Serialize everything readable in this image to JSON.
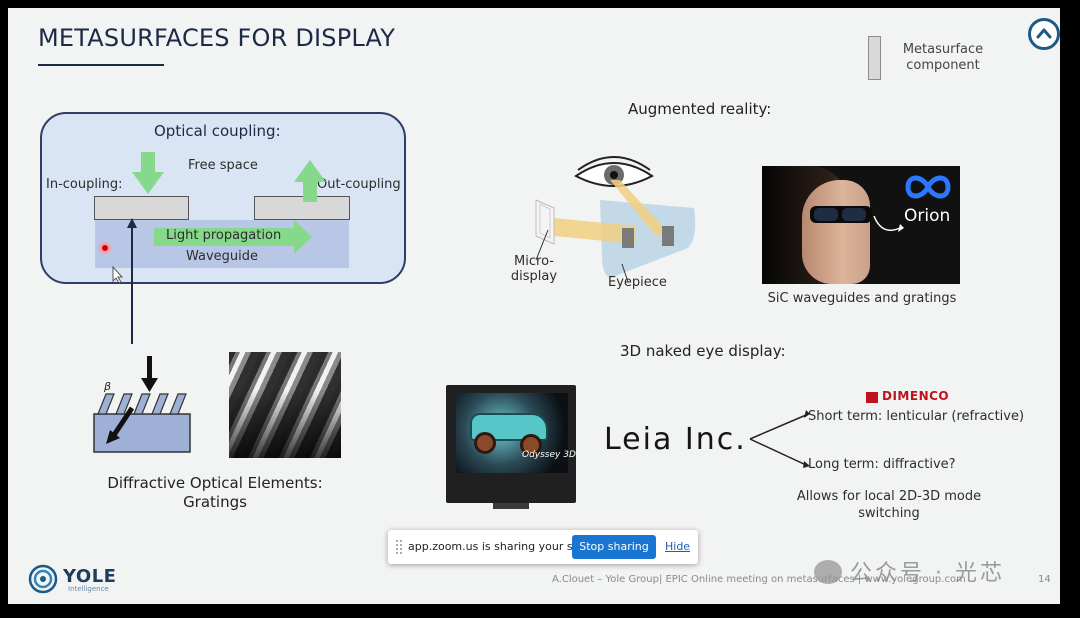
{
  "slide": {
    "title": "METASURFACES FOR DISPLAY",
    "legend": {
      "label": "Metasurface component"
    }
  },
  "optical_coupling": {
    "heading": "Optical coupling:",
    "free_space": "Free space",
    "in_coupling": "In-coupling:",
    "out_coupling": "Out-coupling",
    "light_propagation": "Light propagation",
    "waveguide": "Waveguide"
  },
  "doe": {
    "beta_label": "β",
    "caption_line1": "Diffractive Optical Elements:",
    "caption_line2": "Gratings"
  },
  "ar": {
    "heading": "Augmented reality:",
    "micro_display_line1": "Micro-",
    "micro_display_line2": "display",
    "eyepiece": "Eyepiece",
    "photo_brand": "Orion",
    "photo_caption": "SiC waveguides and gratings"
  },
  "naked_eye": {
    "heading": "3D naked eye display:",
    "monitor_label": "Odyssey 3D",
    "leia_logo": "Leia Inc.",
    "dimenco_logo": "DIMENCO",
    "short_term": "Short term: lenticular (refractive)",
    "long_term": "Long term: diffractive?",
    "allows_line1": "Allows for local 2D-3D mode",
    "allows_line2": "switching"
  },
  "zoom": {
    "message": "app.zoom.us is sharing your screen.",
    "stop_label": "Stop sharing",
    "hide_label": "Hide"
  },
  "footer": {
    "brand": "YOLE",
    "brand_sub": "Intelligence",
    "credit": "A.Clouet – Yole Group| EPIC Online meeting on metasurfaces | www.yolegroup.com",
    "page": "14"
  },
  "watermark": {
    "text": "公众号 · 光芯"
  },
  "colors": {
    "title": "#1d2a45",
    "box_border": "#2e3f66",
    "box_fill": "#d9e4f4",
    "green_arrow": "#86d98a",
    "zoom_button": "#1875d1",
    "dimenco_red": "#c0121c",
    "meta_blue": "#2b78ff"
  },
  "icons": {
    "home": "chevron-up-icon",
    "meta": "meta-infinity-icon",
    "zoom_grip": "drag-handle-icon",
    "wechat": "wechat-icon"
  }
}
